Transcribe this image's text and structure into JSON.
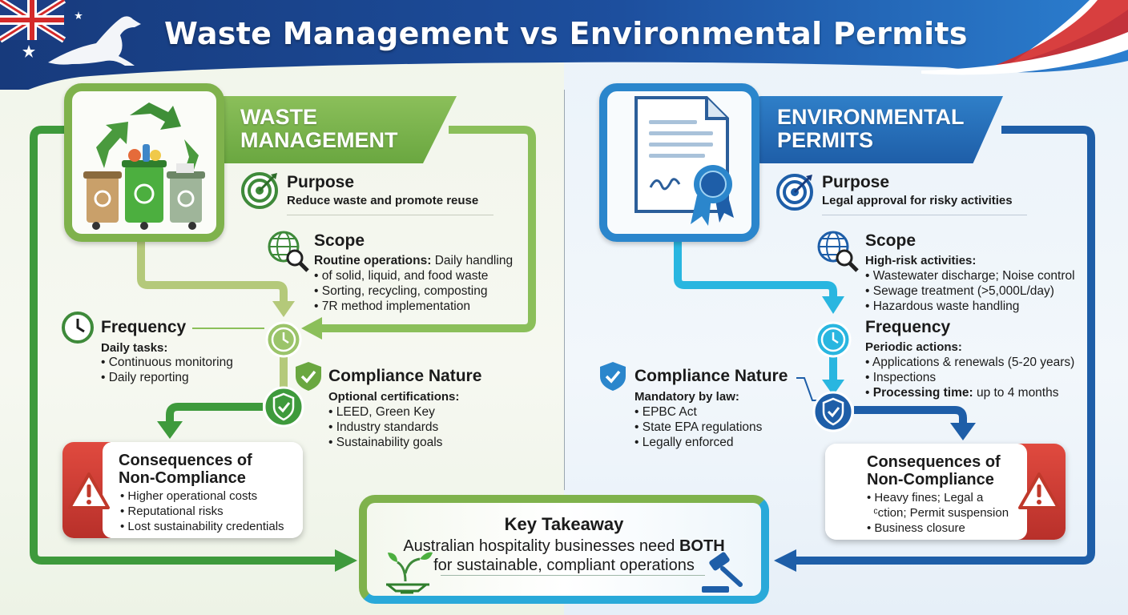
{
  "title": "Waste Management vs Environmental Permits",
  "colors": {
    "green": "#6aa740",
    "green_light": "#a9c97a",
    "blue": "#1e5ea8",
    "cyan": "#29b6e0",
    "red": "#d63c33",
    "header_navy": "#1c3f86"
  },
  "waste": {
    "banner": [
      "WASTE",
      "MANAGEMENT"
    ],
    "purpose": {
      "heading": "Purpose",
      "text": "Reduce waste and promote reuse"
    },
    "scope": {
      "heading": "Scope",
      "lead_bold": "Routine operations:",
      "lead_rest": " Daily handling",
      "items": [
        "of solid, liquid, and food waste",
        "Sorting, recycling, composting",
        "7R method implementation"
      ]
    },
    "frequency": {
      "heading": "Frequency",
      "sub": "Daily tasks:",
      "items": [
        "Continuous monitoring",
        "Daily reporting"
      ]
    },
    "compliance": {
      "heading": "Compliance Nature",
      "sub": "Optional certifications:",
      "items": [
        "LEED, Green Key",
        "Industry standards",
        "Sustainability goals"
      ]
    },
    "consequences": {
      "title": [
        "Consequences of",
        "Non-Compliance"
      ],
      "items": [
        "Higher operational costs",
        "Reputational risks",
        "Lost sustainability credentials"
      ]
    }
  },
  "permits": {
    "banner": [
      "ENVIRONMENTAL",
      "PERMITS"
    ],
    "purpose": {
      "heading": "Purpose",
      "text": "Legal approval for risky activities"
    },
    "scope": {
      "heading": "Scope",
      "sub": "High-risk activities:",
      "items": [
        "Wastewater discharge; Noise control",
        "Sewage treatment (>5,000L/day)",
        "Hazardous waste handling"
      ]
    },
    "frequency": {
      "heading": "Frequency",
      "sub": "Periodic actions:",
      "items": [
        "Applications & renewals (5-20 years)",
        "Inspections"
      ],
      "last_bold": "Processing time:",
      "last_rest": " up to 4 months"
    },
    "compliance": {
      "heading": "Compliance Nature",
      "sub": "Mandatory by law:",
      "items": [
        "EPBC Act",
        "State EPA regulations",
        "Legally enforced"
      ]
    },
    "consequences": {
      "title": [
        "Consequences of",
        "Non-Compliance"
      ],
      "line1": "Heavy fines; Legal a",
      "line2": "ᶜction; Permit suspension",
      "line3": "Business closure"
    }
  },
  "takeaway": {
    "title": "Key Takeaway",
    "line1_pre": "Australian hospitality businesses need ",
    "line1_bold": "BOTH",
    "line2": "for sustainable, compliant operations"
  },
  "icons": {
    "header_left": "australian-flag-kangaroo-icon",
    "header_right": "flag-stripes-icon",
    "waste_card": "recycling-bins-icon",
    "permit_card": "certificate-document-icon",
    "purpose": "target-icon",
    "scope": "globe-magnifier-icon",
    "frequency": "clock-icon",
    "compliance": "shield-check-icon",
    "warning": "warning-triangle-icon",
    "balance": "balance-scale-plant-icon",
    "gavel": "gavel-icon"
  }
}
